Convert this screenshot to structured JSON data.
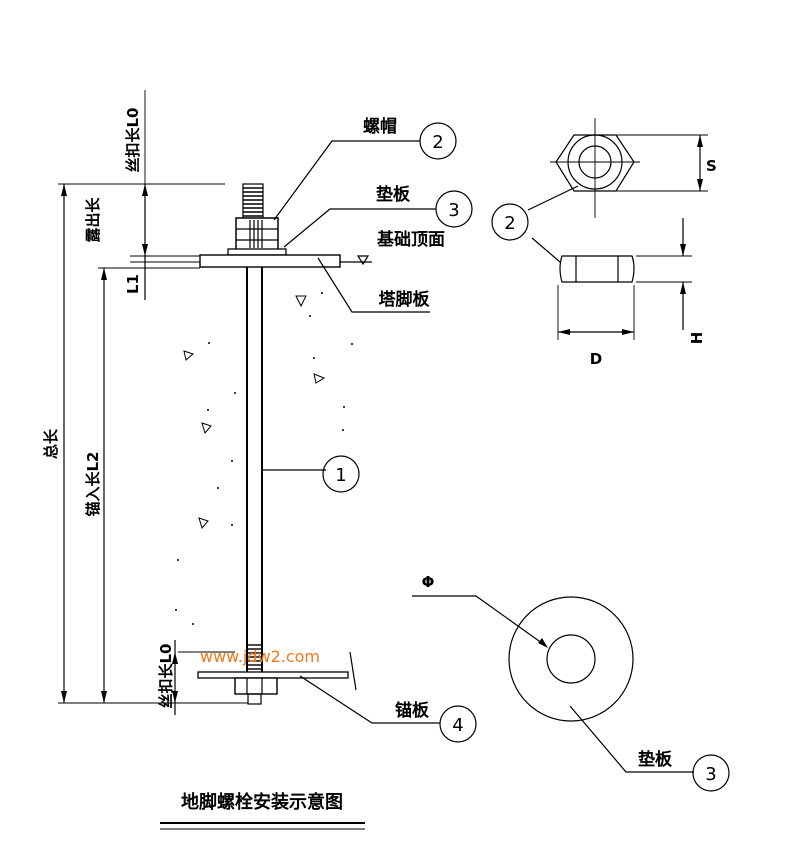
{
  "labels": {
    "nut": "螺帽",
    "washer_top": "垫板",
    "foundation_top": "基础顶面",
    "tower_plate": "塔脚板",
    "anchor_plate": "锚板",
    "washer_bottom": "垫板",
    "title": "地脚螺栓安装示意图"
  },
  "callouts": {
    "bolt": "1",
    "nut": "2",
    "washer": "3",
    "anchor": "4",
    "nut_detail": "2",
    "washer_detail": "3"
  },
  "dimensions": {
    "thread_top": "丝扣长L0",
    "exposed": "露出长",
    "l1": "L1",
    "total": "总长",
    "embed": "锚入长L2",
    "thread_bottom": "丝扣长L0",
    "s": "S",
    "d": "D",
    "h": "H",
    "phi": "Φ"
  },
  "watermark": "www.jdw2.com"
}
